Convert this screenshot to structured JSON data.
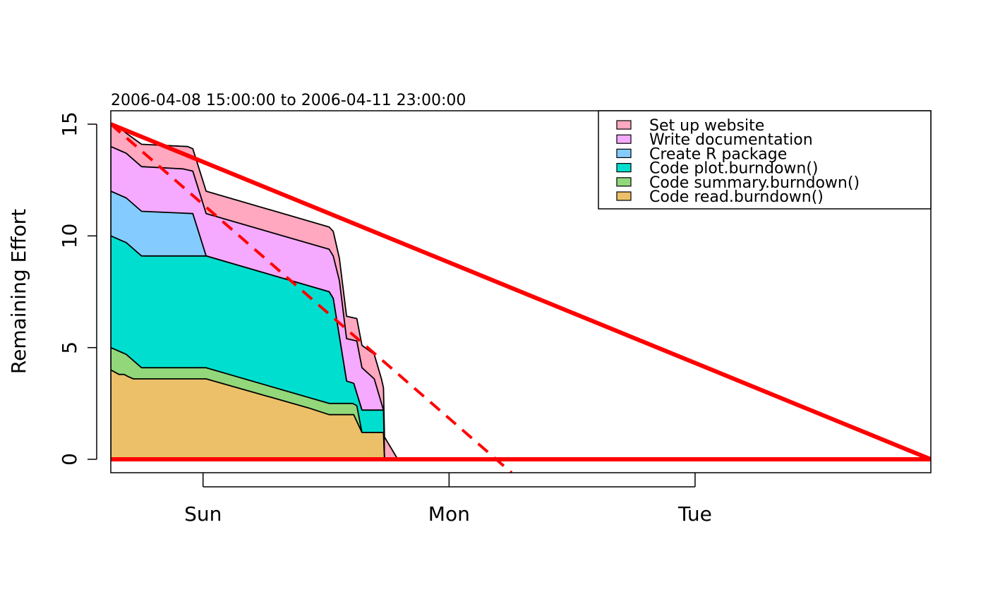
{
  "chart_data": {
    "type": "area",
    "subtitle": "2006-04-08 15:00:00 to 2006-04-11 23:00:00",
    "xlabel": "",
    "ylabel": "Remaining Effort",
    "x_unit": "hours",
    "xlim": [
      0,
      80
    ],
    "ylim": [
      -0.6,
      15.6
    ],
    "x_ticks": [
      {
        "x": 9,
        "label": "Sun"
      },
      {
        "x": 33,
        "label": "Mon"
      },
      {
        "x": 57,
        "label": "Tue"
      }
    ],
    "y_ticks": [
      0,
      5,
      10,
      15
    ],
    "legend_position": "top-right",
    "layers": [
      {
        "name": "Code read.burndown()",
        "color": "#ECC069",
        "x": [
          0,
          0.8,
          1.3,
          1.7,
          2.2,
          9.3,
          19.3,
          21.3,
          23.7,
          24.5,
          24.5,
          26.6,
          26.7
        ],
        "y": [
          4.0,
          3.8,
          3.8,
          3.7,
          3.6,
          3.6,
          2.3,
          2.0,
          2.0,
          1.2,
          1.2,
          1.2,
          0.0
        ]
      },
      {
        "name": "Code summary.burndown()",
        "color": "#92D87A",
        "x": [
          0,
          1.0,
          1.5,
          3.0,
          9.3,
          21.3,
          23.6,
          24.0,
          24.5,
          26.6,
          26.7
        ],
        "y": [
          5.0,
          4.8,
          4.7,
          4.1,
          4.1,
          2.5,
          2.5,
          2.4,
          1.2,
          1.2,
          0.0
        ]
      },
      {
        "name": "Code plot.burndown()",
        "color": "#00DFCF",
        "x": [
          0,
          1.0,
          1.5,
          3.0,
          9.3,
          21.3,
          21.7,
          23.0,
          23.7,
          24.5,
          26.6,
          26.6,
          26.7
        ],
        "y": [
          10.0,
          9.8,
          9.7,
          9.1,
          9.1,
          7.5,
          7.2,
          3.5,
          3.4,
          2.2,
          2.2,
          2.2,
          0.0
        ]
      },
      {
        "name": "Create R package",
        "color": "#84CCFF",
        "x": [
          0,
          1.0,
          1.5,
          3.0,
          8.0,
          9.3,
          21.3,
          21.7,
          23.0,
          23.7,
          24.5,
          26.6,
          26.7
        ],
        "y": [
          12.0,
          11.8,
          11.7,
          11.1,
          11.0,
          9.1,
          7.5,
          7.2,
          3.5,
          3.4,
          2.2,
          2.2,
          0.0
        ]
      },
      {
        "name": "Write documentation",
        "color": "#F5A9FF",
        "x": [
          0,
          1.0,
          1.5,
          3.0,
          7.0,
          8.0,
          9.3,
          21.3,
          21.7,
          22.3,
          23.0,
          24.0,
          24.5,
          25.7,
          26.6,
          26.7
        ],
        "y": [
          14.0,
          13.8,
          13.7,
          13.1,
          13.0,
          12.9,
          11.0,
          9.4,
          9.1,
          8.0,
          5.4,
          5.3,
          4.1,
          3.6,
          2.2,
          0.0
        ]
      },
      {
        "name": "Set up website",
        "color": "#FFA8BF",
        "x": [
          0,
          1.0,
          1.5,
          3.0,
          7.5,
          8.0,
          9.3,
          21.3,
          21.7,
          22.3,
          23.0,
          24.0,
          24.5,
          25.7,
          26.4,
          26.6,
          26.7,
          28.0
        ],
        "y": [
          15.0,
          14.8,
          14.6,
          14.1,
          14.0,
          13.9,
          12.0,
          10.4,
          10.2,
          9.0,
          6.4,
          6.3,
          5.1,
          4.7,
          3.6,
          3.2,
          1.0,
          0.0
        ]
      }
    ],
    "lines": [
      {
        "style": "solid",
        "color": "#FF0000",
        "x": [
          0,
          80
        ],
        "y": [
          15,
          0
        ]
      },
      {
        "style": "solid",
        "color": "#FF0000",
        "x": [
          0,
          80
        ],
        "y": [
          0,
          0
        ]
      },
      {
        "style": "dashed",
        "color": "#FF0000",
        "x": [
          0,
          39.1
        ],
        "y": [
          15,
          -0.6
        ]
      }
    ]
  }
}
